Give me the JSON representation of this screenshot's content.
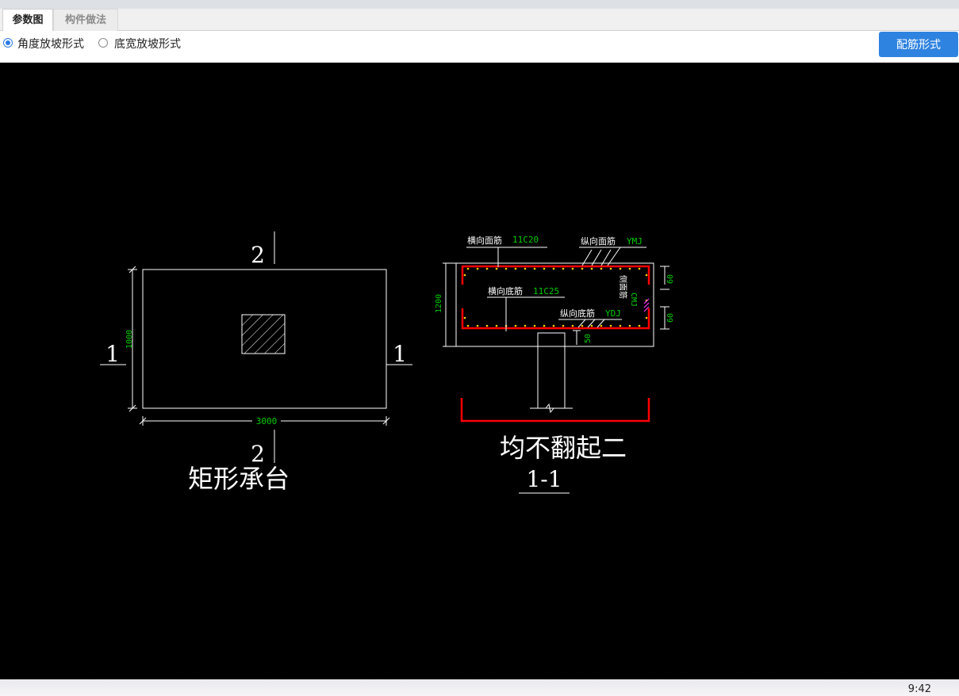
{
  "tabs": {
    "param_diagram": "参数图",
    "component_method": "构件做法"
  },
  "options": {
    "angle_slope": "角度放坡形式",
    "width_slope": "底宽放坡形式",
    "selected": "angle_slope"
  },
  "toolbar": {
    "rebar_form_button": "配筋形式"
  },
  "drawing": {
    "plan": {
      "title": "矩形承台",
      "width_dim": "3000",
      "height_dim": "1000",
      "section_mark_h": "1",
      "section_mark_v": "2"
    },
    "section": {
      "title": "均不翻起二",
      "section_name": "1-1",
      "transverse_top_label": "横向面筋",
      "transverse_top_value": "11C20",
      "longitudinal_top_label": "纵向面筋",
      "longitudinal_top_value": "YMJ",
      "transverse_bottom_label": "横向底筋",
      "transverse_bottom_value": "11C25",
      "longitudinal_bottom_label": "纵向底筋",
      "longitudinal_bottom_value": "YDJ",
      "side_label": "侧面筋",
      "side_value": "CMJ",
      "height_dim": "1200",
      "cover_top": "60",
      "cover_bottom": "60",
      "anchor_dim": "50"
    }
  },
  "colors": {
    "line": "#ffffff",
    "dimension": "#00cc00",
    "rebar": "#ff0000",
    "stirrup": "#ff33ff",
    "button": "#2f83e0"
  },
  "status": {
    "time": "9:42"
  }
}
